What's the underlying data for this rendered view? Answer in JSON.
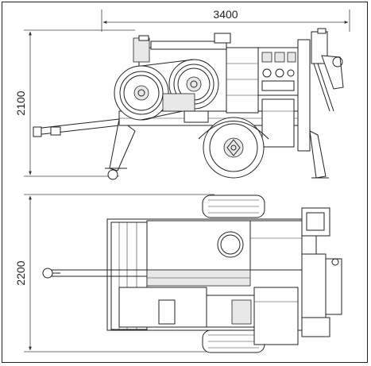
{
  "dimensions": {
    "length": "3400",
    "height": "2100",
    "width": "2200"
  }
}
